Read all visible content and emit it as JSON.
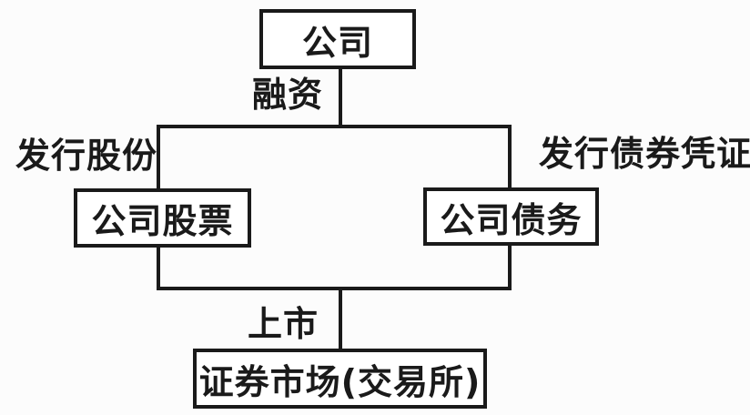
{
  "diagram": {
    "type": "flowchart",
    "background_color": "#fcfcfc",
    "line_color": "#1a1a1a",
    "box_fill_color": "#ffffff",
    "nodes": {
      "company": "公司",
      "company_stock": "公司股票",
      "company_debt": "公司债务",
      "securities_market": "证券市场(交易所)"
    },
    "edge_labels": {
      "financing": "融资",
      "issue_shares": "发行股份",
      "issue_bond_certificates": "发行债券凭证",
      "listing": "上市"
    },
    "edges": [
      {
        "from": "company",
        "label": "融资",
        "to": "branch"
      },
      {
        "from": "branch",
        "label": "发行股份",
        "to": "company_stock"
      },
      {
        "from": "branch",
        "label": "发行债券凭证",
        "to": "company_debt"
      },
      {
        "from": "branch",
        "label": "上市",
        "to": "securities_market"
      }
    ]
  }
}
